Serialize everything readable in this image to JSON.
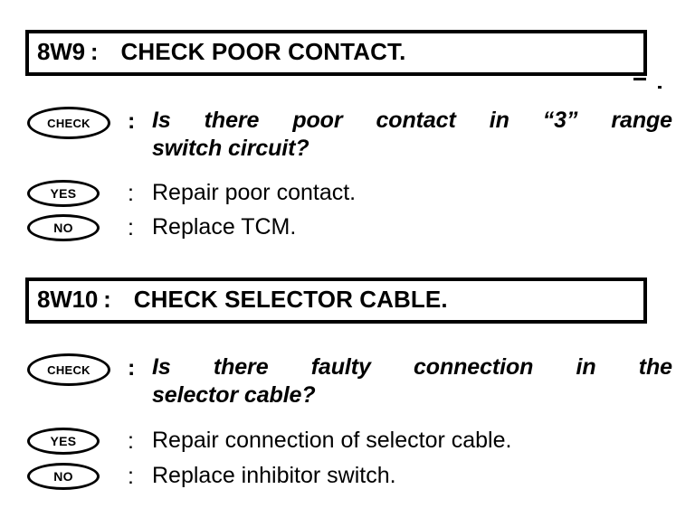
{
  "document": {
    "type": "diagnostic-flow-chart",
    "background_color": "#ffffff",
    "ink_color": "#000000"
  },
  "sections": [
    {
      "code": "8W9",
      "colon": ":",
      "title": "CHECK POOR CONTACT.",
      "check": {
        "badge": "CHECK",
        "colon": ":",
        "lines": [
          {
            "words": [
              "Is",
              "there",
              "poor",
              "contact",
              "in",
              "“3”",
              "range"
            ],
            "justified": true
          },
          {
            "words": [
              "switch circuit?"
            ],
            "justified": false
          }
        ],
        "full_text": "Is there poor contact in “3” range switch circuit?"
      },
      "answers": [
        {
          "badge": "YES",
          "colon": ":",
          "text": "Repair poor contact."
        },
        {
          "badge": "NO",
          "colon": ":",
          "text": "Replace TCM."
        }
      ]
    },
    {
      "code": "8W10",
      "colon": ":",
      "title": "CHECK SELECTOR CABLE.",
      "check": {
        "badge": "CHECK",
        "colon": ":",
        "lines": [
          {
            "words": [
              "Is",
              "there",
              "faulty",
              "connection",
              "in",
              "the"
            ],
            "justified": true
          },
          {
            "words": [
              "selector cable?"
            ],
            "justified": false
          }
        ],
        "full_text": "Is there faulty connection in the selector cable?"
      },
      "answers": [
        {
          "badge": "YES",
          "colon": ":",
          "text": "Repair connection of selector cable."
        },
        {
          "badge": "NO",
          "colon": ":",
          "text": "Replace inhibitor switch."
        }
      ]
    }
  ]
}
